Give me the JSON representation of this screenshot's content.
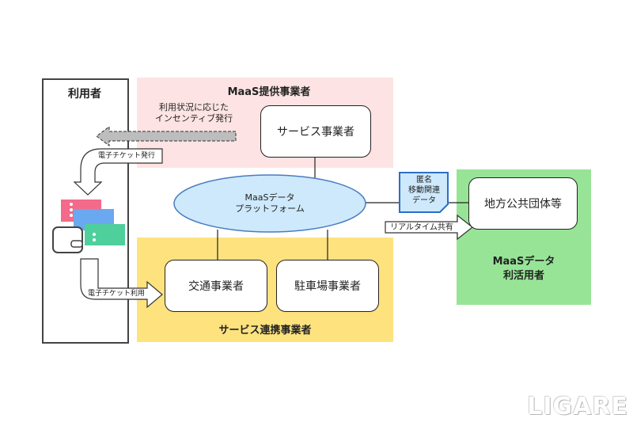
{
  "user": {
    "title": "利用者"
  },
  "maas_provider": {
    "title": "MaaS提供事業者",
    "service_node": "サービス事業者",
    "incentive_label": [
      "利用状況に応じた",
      "インセンティブ発行"
    ]
  },
  "platform": {
    "line1": "MaaSデータ",
    "line2": "プラットフォーム"
  },
  "service_partners": {
    "title": "サービス連携事業者",
    "transport": "交通事業者",
    "parking": "駐車場事業者"
  },
  "data_users": {
    "title_line1": "MaaSデータ",
    "title_line2": "利活用者",
    "node": "地方公共団体等"
  },
  "anon_data": {
    "line1": "匿名",
    "line2": "移動関連",
    "line3": "データ"
  },
  "arrows": {
    "ticket_issue": "電子チケット発行",
    "ticket_use": "電子チケット利用",
    "realtime_share": "リアルタイム共有"
  },
  "colors": {
    "pink": "#fde3e3",
    "yellow": "#fde27e",
    "green": "#97e497",
    "platform": "#cde9fb",
    "platform_border": "#4a7cc0",
    "ticket_pink": "#f36a8b",
    "ticket_blue": "#6aa8f0",
    "ticket_green": "#4fcf9c"
  },
  "logo": "LIGARE"
}
